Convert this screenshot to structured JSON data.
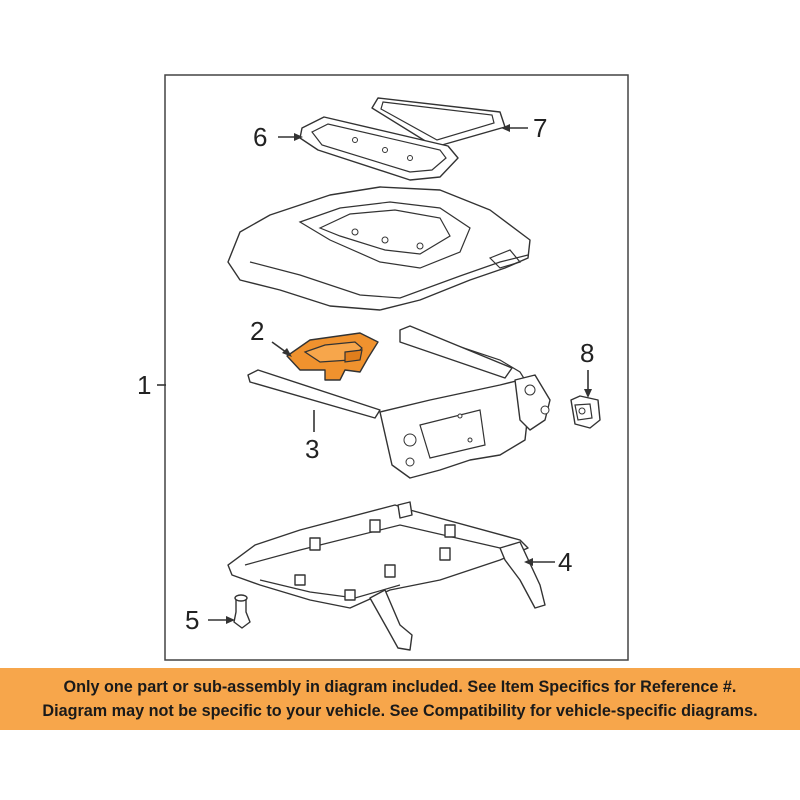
{
  "diagram": {
    "callouts": {
      "c1": "1",
      "c2": "2",
      "c3": "3",
      "c4": "4",
      "c5": "5",
      "c6": "6",
      "c7": "7",
      "c8": "8"
    },
    "highlight_color": "#f0922e",
    "line_color": "#333333"
  },
  "banner": {
    "line1": "Only one part or sub-assembly in diagram included. See Item Specifics for Reference #.",
    "line2": "Diagram may not be specific to your vehicle. See Compatibility for vehicle-specific diagrams.",
    "background_color": "#f7a64b"
  }
}
